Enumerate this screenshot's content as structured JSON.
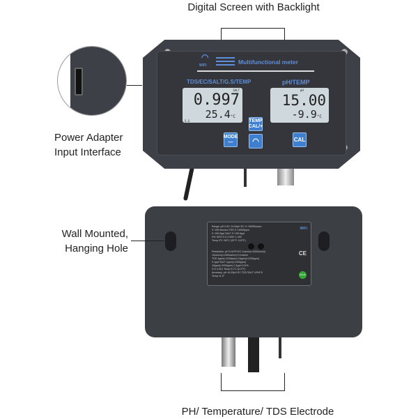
{
  "callouts": {
    "screen": "Digital Screen with Backlight",
    "power": [
      "Power Adapter",
      "Input Interface"
    ],
    "hanging": [
      "Wall Mounted,",
      "Hanging Hole"
    ],
    "electrode": "PH/ Temperature/ TDS Electrode"
  },
  "device": {
    "wifi_label": "WIFI",
    "title": "Multifunctional meter",
    "left_screen": {
      "label": "TDS/EC/SALT/G.S/TEMP",
      "unit_tag": "SALT",
      "mode_tag": "S.G",
      "value": "0.997",
      "temp": "25.4",
      "temp_unit": "°C"
    },
    "right_screen": {
      "label": "pH/TEMP",
      "unit_tag": "pH",
      "value": "15.00",
      "temp": "-9.9",
      "temp_unit": "°C"
    },
    "buttons": {
      "mode": "MODE",
      "mode_sub": "—",
      "temp": "TEMP",
      "cal_plus": "CAL/+",
      "cal": "CAL",
      "wifi": "wifi"
    }
  },
  "back_label": {
    "lines": [
      "Range: pH 0.00~14.00pH   EC 0~19999us/cm",
      "0~199.9ms/cm   TDS 0~19999ppm",
      "0~199.9ppt   SALT 0~199.9ppt",
      "0%~28%   S.G 0.900~1.400",
      "Temp 0°C~50°C (32°F~122°F)",
      "",
      "Resolution: pH 0.01PH   EC 1us/cm(<1000us/cm)",
      "10us/cm(>1000us/cm) 0.1ms/cm",
      "TDS 1ppm(<1000ppm) 10ppm(>1000ppm)",
      "0.1ppt SALT 1ppm(<1000ppm)",
      "10ppm(>1000ppm) 0.1ppt 0.01%",
      "S.G 0.001   Temp 0.1°C (0.2°F)",
      "Accuracy: pH ±0.02pH   EC TDS SALT ±2%F.S",
      "Temp ±1.0°"
    ],
    "wifi": "WiFi",
    "ce": "CE",
    "rohs": "RoHS"
  }
}
